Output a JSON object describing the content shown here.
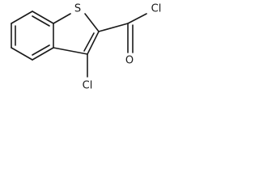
{
  "molecule": {
    "atoms": {
      "sulfur": "S",
      "acyl_chlorine": "Cl",
      "carbonyl_oxygen": "O",
      "ring_chlorine": "Cl"
    }
  }
}
